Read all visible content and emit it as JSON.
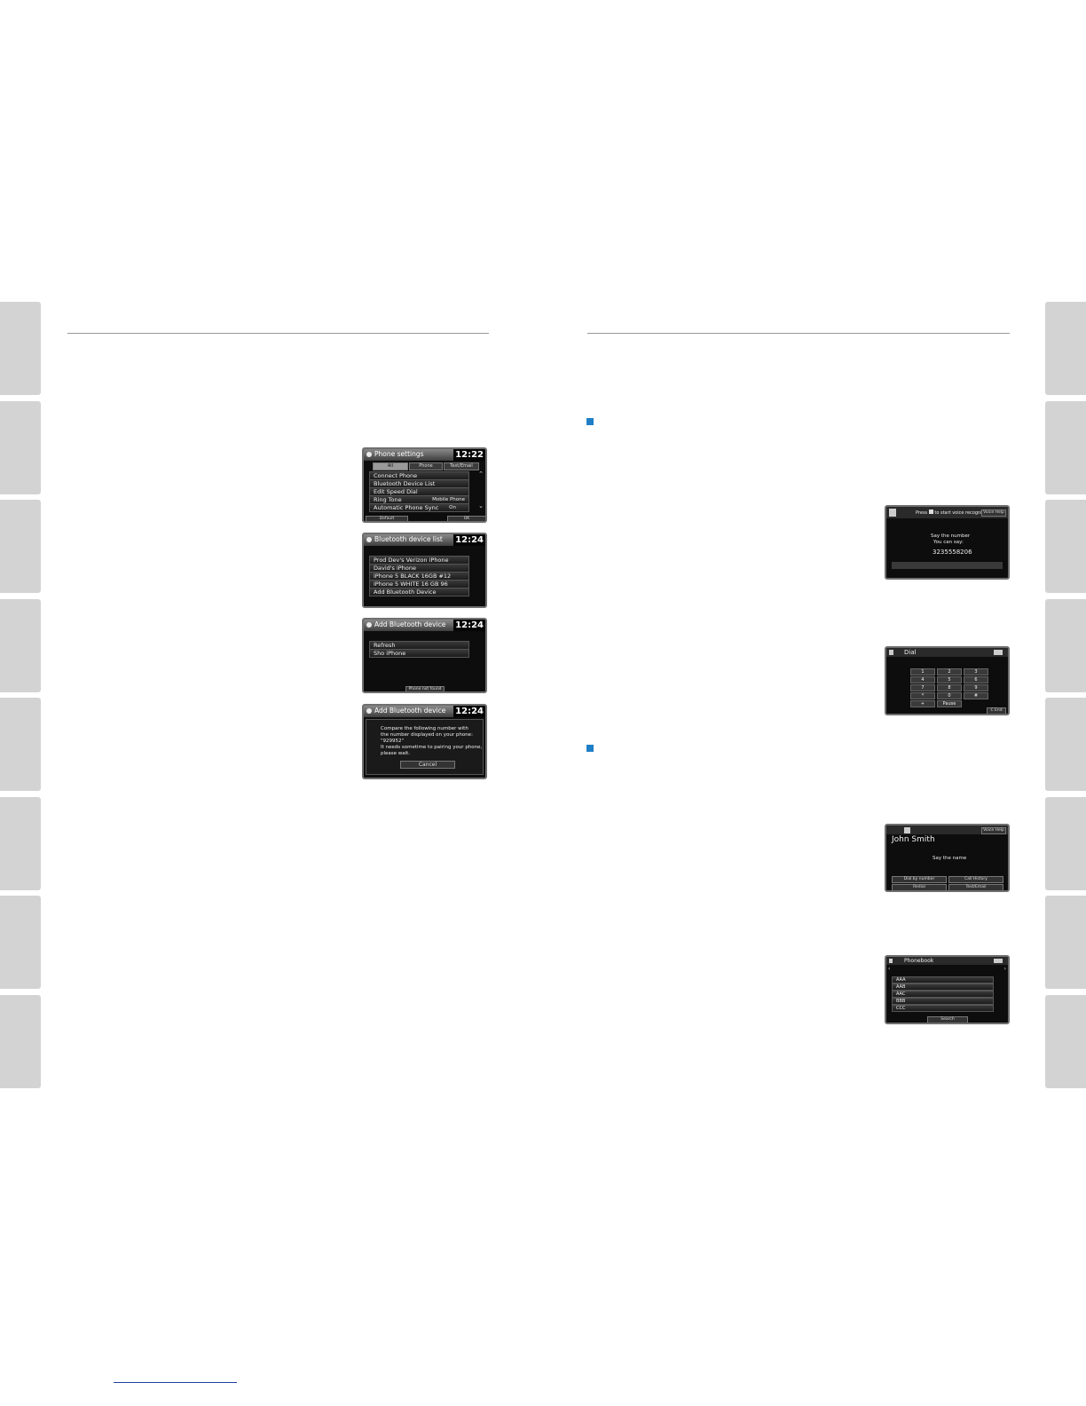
{
  "phone_settings": {
    "title": "Phone settings",
    "clock": "12:22",
    "tabs": [
      "All",
      "Phone",
      "Text/Email"
    ],
    "items": [
      {
        "label": "Connect Phone",
        "value": ""
      },
      {
        "label": "Bluetooth Device List",
        "value": ""
      },
      {
        "label": "Edit Speed Dial",
        "value": ""
      },
      {
        "label": "Ring Tone",
        "value": "Mobile Phone"
      },
      {
        "label": "Automatic Phone Sync",
        "value": "On"
      }
    ],
    "default_label": "Default",
    "ok_label": "OK"
  },
  "device_list": {
    "title": "Bluetooth device list",
    "clock": "12:24",
    "items": [
      "Prod Dev's Verizon iPhone",
      "David's iPhone",
      "iPhone 5 BLACK 16GB #12",
      "iPhone 5 WHITE 16 GB 96",
      "Add Bluetooth Device"
    ]
  },
  "add_device": {
    "title": "Add Bluetooth device",
    "clock": "12:24",
    "items": [
      "Refresh",
      "Sho iPhone"
    ],
    "not_found_label": "Phone not found"
  },
  "pairing": {
    "title": "Add Bluetooth device",
    "clock": "12:24",
    "lines": [
      "Compare the following number with",
      "the number displayed on your phone:",
      "\"929952\"",
      "It needs sometime to pairing your phone,",
      "please wait."
    ],
    "cancel_label": "Cancel"
  },
  "voice_number": {
    "prompt_pre": "Press",
    "prompt_post": "to start voice recognition",
    "voice_help": "Voice Help",
    "say_line": "Say the number",
    "you_can_say": "You can say:",
    "number": "3235558206"
  },
  "dial": {
    "title": "Dial",
    "keys": [
      "1",
      "2",
      "3",
      "4",
      "5",
      "6",
      "7",
      "8",
      "9",
      "*",
      "0",
      "#",
      "+",
      "Pause"
    ],
    "end_label": "C End"
  },
  "voice_name": {
    "name": "John Smith",
    "voice_help": "Voice Help",
    "say_line": "Say the name",
    "options": [
      "Dial by number",
      "Call History",
      "Redial",
      "Text/Email"
    ]
  },
  "phonebook": {
    "title": "Phonebook",
    "entries": [
      "AAA",
      "AAB",
      "AAC",
      "BBB",
      "CCC"
    ],
    "search_label": "Search"
  }
}
